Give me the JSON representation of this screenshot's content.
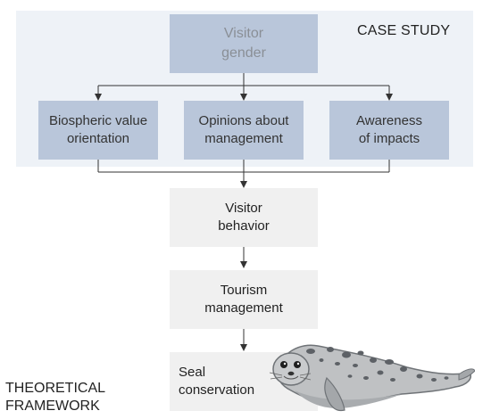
{
  "case_study_label": "CASE STUDY",
  "framework_label": [
    "THEORETICAL",
    "FRAMEWORK"
  ],
  "nodes": {
    "gender": [
      "Visitor",
      "gender"
    ],
    "biospheric": [
      "Biospheric value",
      "orientation"
    ],
    "opinions": [
      "Opinions about",
      "management"
    ],
    "awareness": [
      "Awareness",
      "of impacts"
    ],
    "behavior": [
      "Visitor",
      "behavior"
    ],
    "tourism": [
      "Tourism",
      "management"
    ],
    "seal": [
      "Seal",
      "conservation"
    ]
  },
  "colors": {
    "panel": "#eef2f7",
    "blue_box": "#b9c6da",
    "gray_box": "#f0f0f0",
    "arrow": "#333333"
  },
  "icons": [
    "seal-illustration"
  ]
}
